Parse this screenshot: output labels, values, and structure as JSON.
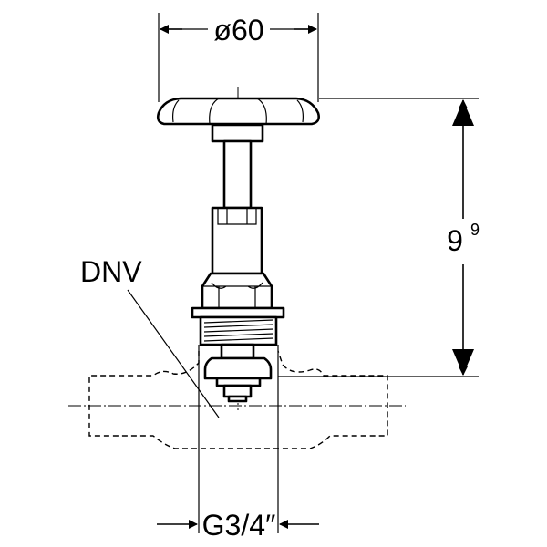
{
  "drawing": {
    "dim_handle_diameter": "ø60",
    "dim_height_base": "9",
    "dim_height_sup": "9",
    "label_body": "DNV",
    "dim_thread": "G3/4″"
  }
}
